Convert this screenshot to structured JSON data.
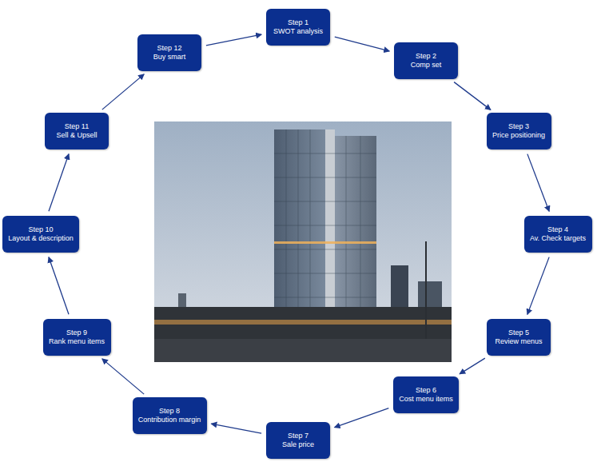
{
  "diagram": {
    "nodes": [
      {
        "text": [
          "Step 1",
          "SWOT analysis"
        ]
      },
      {
        "text": [
          "Step 2",
          "Comp set"
        ]
      },
      {
        "text": [
          "Step 3",
          "Price positioning"
        ]
      },
      {
        "text": [
          "Step 4",
          "Av. Check targets"
        ]
      },
      {
        "text": [
          "Step 5",
          "Review menus"
        ]
      },
      {
        "text": [
          "Step 6",
          "Cost menu items"
        ]
      },
      {
        "text": [
          "Step 7",
          "Sale price"
        ]
      },
      {
        "text": [
          "Step 8",
          "Contribution margin"
        ]
      },
      {
        "text": [
          "Step 9",
          "Rank menu items"
        ]
      },
      {
        "text": [
          "Step 10",
          "Layout & description"
        ]
      },
      {
        "text": [
          "Step 11",
          "Sell & Upsell"
        ]
      },
      {
        "text": [
          "Step 12",
          "Buy smart"
        ]
      }
    ],
    "edges": [
      {
        "from": 0,
        "to": 1,
        "arrow": "to"
      },
      {
        "from": 1,
        "to": 2,
        "arrow": "to"
      },
      {
        "from": 2,
        "to": 3,
        "arrow": "to"
      },
      {
        "from": 3,
        "to": 4,
        "arrow": "to"
      },
      {
        "from": 4,
        "to": 5,
        "arrow": "to"
      },
      {
        "from": 5,
        "to": 6,
        "arrow": "to"
      },
      {
        "from": 6,
        "to": 7,
        "arrow": "to"
      },
      {
        "from": 7,
        "to": 8,
        "arrow": "to"
      },
      {
        "from": 8,
        "to": 9,
        "arrow": "to"
      },
      {
        "from": 9,
        "to": 10,
        "arrow": "to"
      },
      {
        "from": 10,
        "to": 11,
        "arrow": "to"
      },
      {
        "from": 11,
        "to": 0,
        "arrow": "to"
      }
    ]
  }
}
